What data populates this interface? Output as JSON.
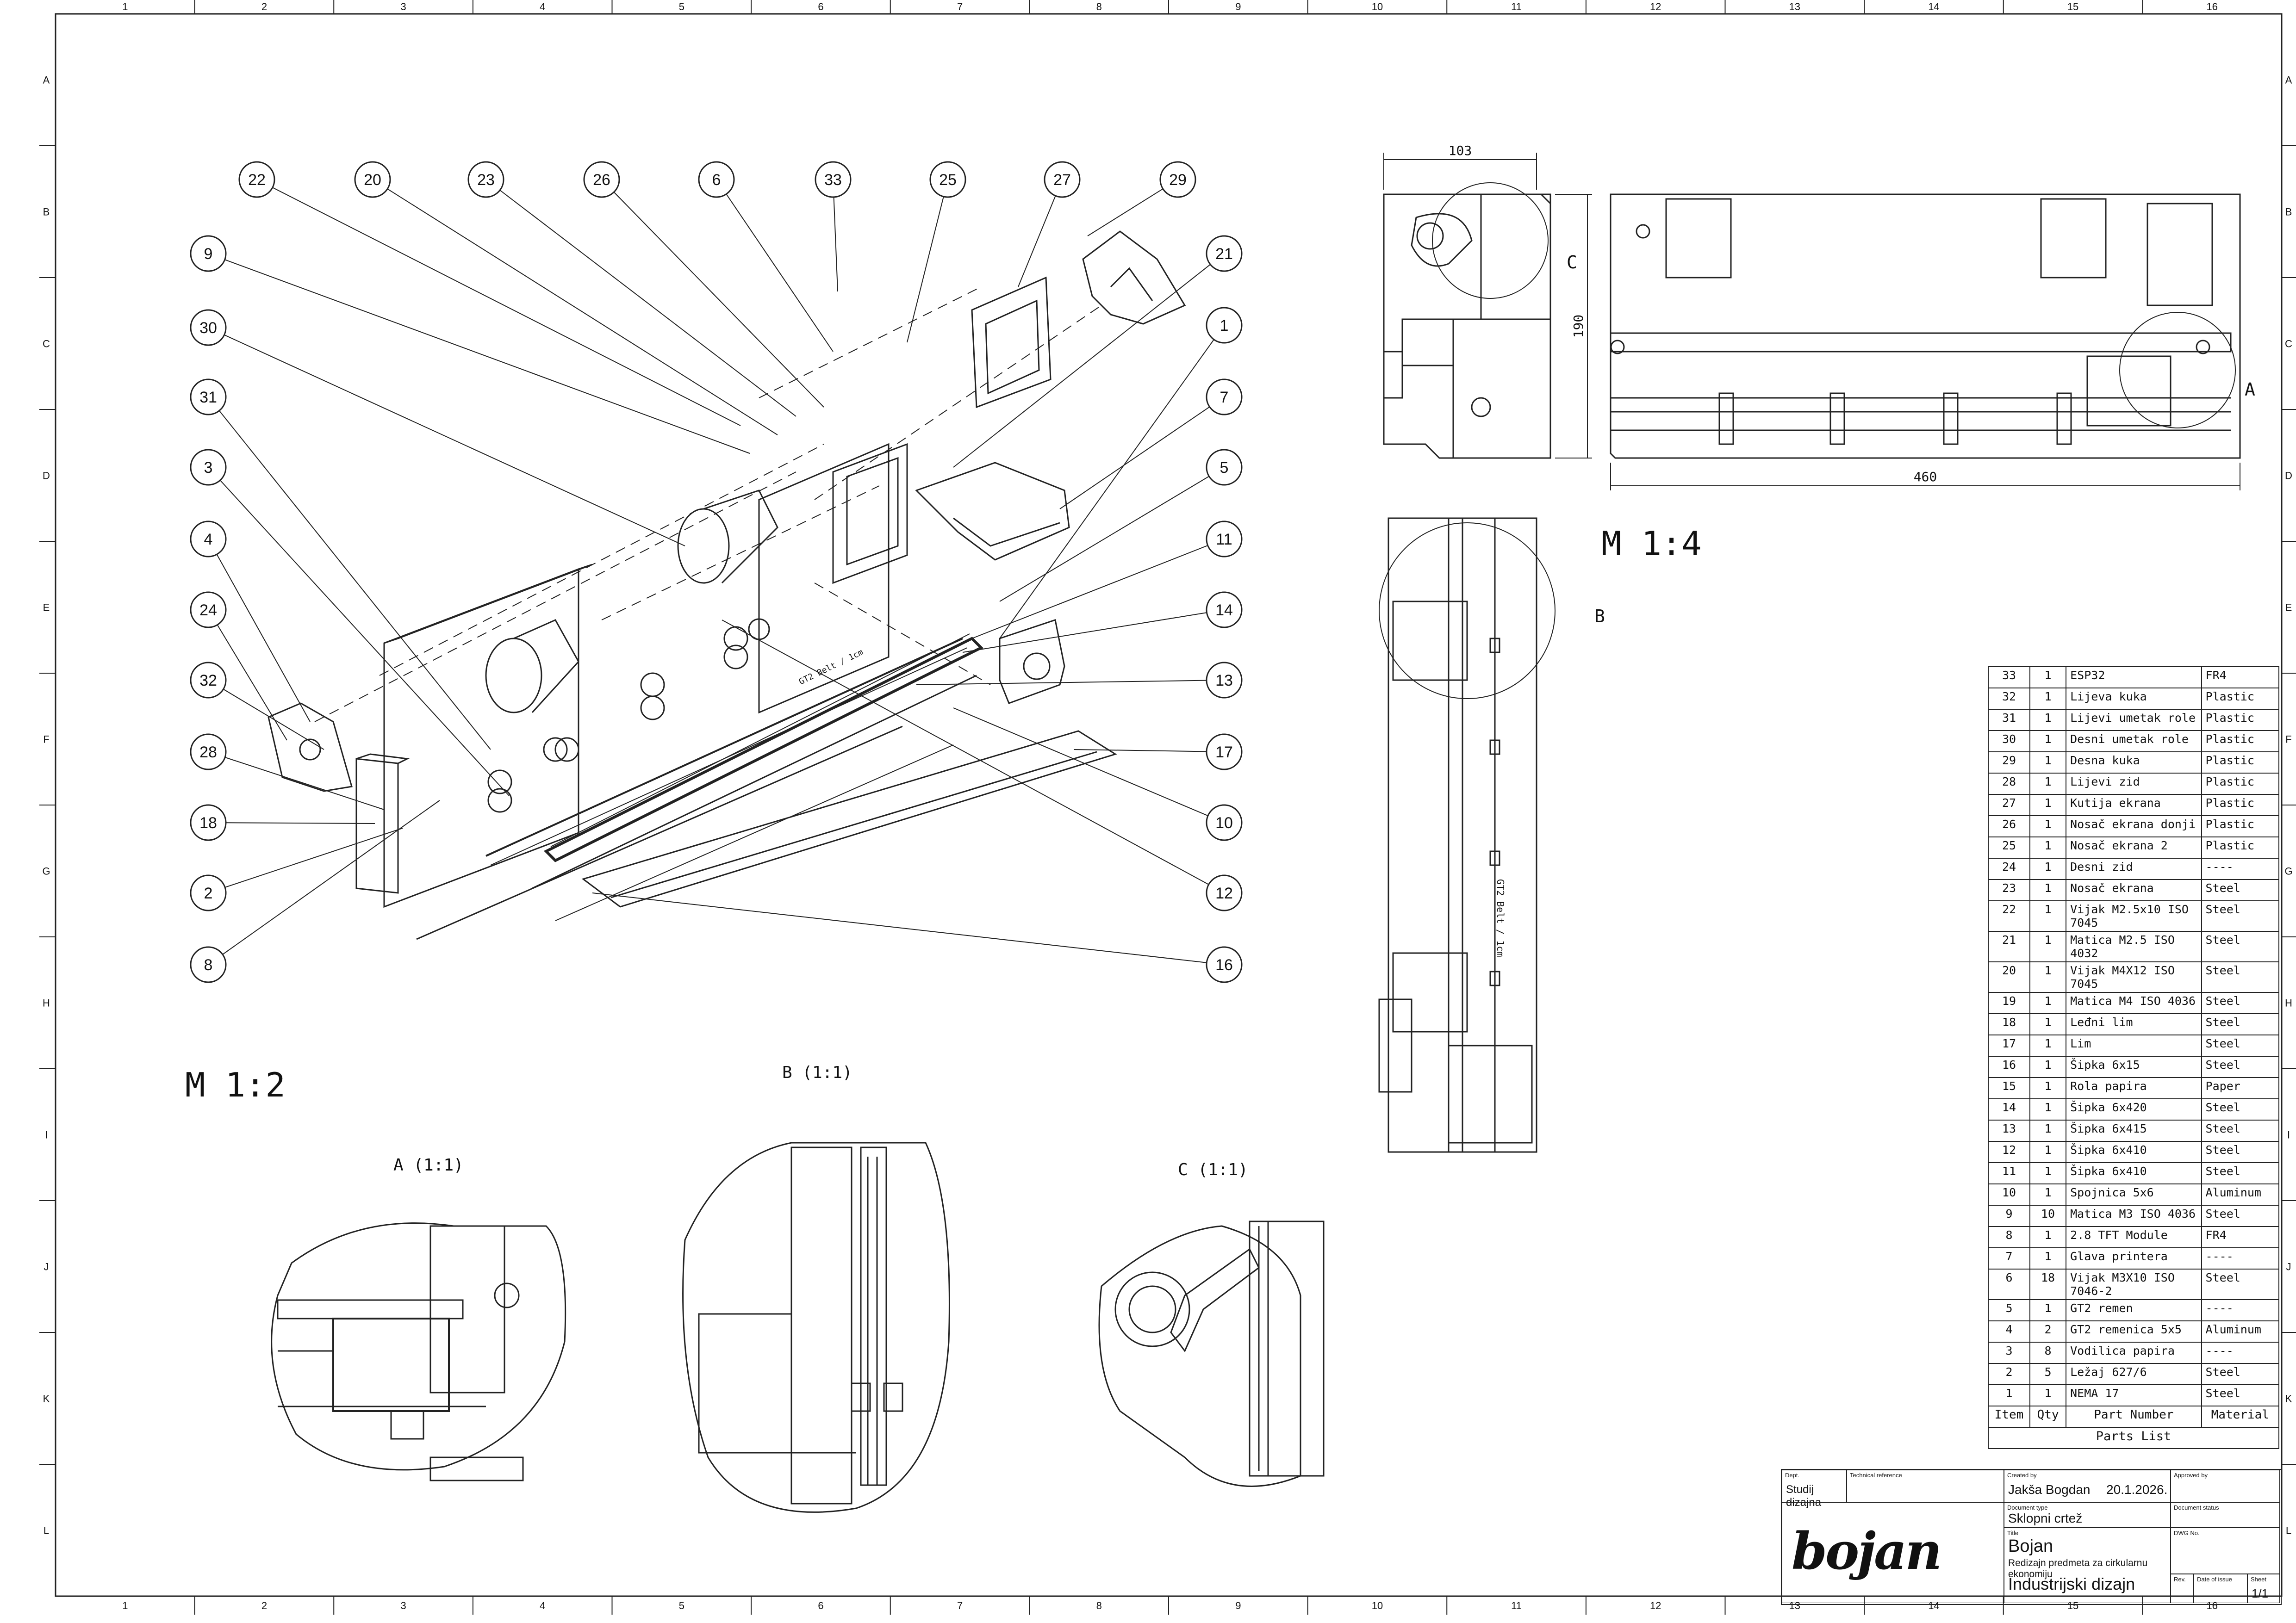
{
  "frame": {
    "columns": [
      "1",
      "2",
      "3",
      "4",
      "5",
      "6",
      "7",
      "8",
      "9",
      "10",
      "11",
      "12",
      "13",
      "14",
      "15",
      "16"
    ],
    "rows": [
      "A",
      "B",
      "C",
      "D",
      "E",
      "F",
      "G",
      "H",
      "I",
      "J",
      "K",
      "L"
    ]
  },
  "balloons_left": [
    "9",
    "30",
    "31",
    "3",
    "4",
    "24",
    "32",
    "28",
    "18",
    "2",
    "8"
  ],
  "balloons_top": [
    "22",
    "20",
    "23",
    "26",
    "6",
    "33",
    "25",
    "27",
    "29"
  ],
  "balloons_right": [
    "21",
    "1",
    "7",
    "5",
    "11",
    "14",
    "13",
    "17",
    "10",
    "12",
    "16"
  ],
  "scales": {
    "main": "M 1:2",
    "views": "M 1:4"
  },
  "detail_views": {
    "a": "A (1:1)",
    "b": "B (1:1)",
    "c": "C (1:1)"
  },
  "callouts": {
    "a": "A",
    "b": "B",
    "c": "C"
  },
  "dimensions": {
    "side_width": "103",
    "side_height": "190",
    "front_width": "460"
  },
  "belt_text": "GT2 Belt / 1cm",
  "parts_list": {
    "title": "Parts List",
    "headers": [
      "Item",
      "Qty",
      "Part Number",
      "Material"
    ],
    "rows": [
      [
        "33",
        "1",
        "ESP32",
        "FR4"
      ],
      [
        "32",
        "1",
        "Lijeva kuka",
        "Plastic"
      ],
      [
        "31",
        "1",
        "Lijevi umetak role",
        "Plastic"
      ],
      [
        "30",
        "1",
        "Desni umetak role",
        "Plastic"
      ],
      [
        "29",
        "1",
        "Desna kuka",
        "Plastic"
      ],
      [
        "28",
        "1",
        "Lijevi zid",
        "Plastic"
      ],
      [
        "27",
        "1",
        "Kutija ekrana",
        "Plastic"
      ],
      [
        "26",
        "1",
        "Nosač ekrana donji",
        "Plastic"
      ],
      [
        "25",
        "1",
        "Nosač ekrana 2",
        "Plastic"
      ],
      [
        "24",
        "1",
        "Desni zid",
        "----"
      ],
      [
        "23",
        "1",
        "Nosač ekrana",
        "Steel"
      ],
      [
        "22",
        "1",
        "Vijak M2.5x10  ISO 7045",
        "Steel"
      ],
      [
        "21",
        "1",
        "Matica M2.5 ISO 4032",
        "Steel"
      ],
      [
        "20",
        "1",
        "Vijak M4X12 ISO 7045",
        "Steel"
      ],
      [
        "19",
        "1",
        "Matica M4 ISO 4036",
        "Steel"
      ],
      [
        "18",
        "1",
        "Leđni lim",
        "Steel"
      ],
      [
        "17",
        "1",
        "Lim",
        "Steel"
      ],
      [
        "16",
        "1",
        "Šipka 6x15",
        "Steel"
      ],
      [
        "15",
        "1",
        "Rola papira",
        "Paper"
      ],
      [
        "14",
        "1",
        "Šipka 6x420",
        "Steel"
      ],
      [
        "13",
        "1",
        "Šipka 6x415",
        "Steel"
      ],
      [
        "12",
        "1",
        "Šipka  6x410",
        "Steel"
      ],
      [
        "11",
        "1",
        "Šipka 6x410",
        "Steel"
      ],
      [
        "10",
        "1",
        "Spojnica 5x6",
        "Aluminum"
      ],
      [
        "9",
        "10",
        "Matica M3 ISO 4036",
        "Steel"
      ],
      [
        "8",
        "1",
        "2.8 TFT Module",
        "FR4"
      ],
      [
        "7",
        "1",
        "Glava printera",
        "----"
      ],
      [
        "6",
        "18",
        "Vijak M3X10 ISO 7046-2",
        "Steel"
      ],
      [
        "5",
        "1",
        "GT2 remen",
        "----"
      ],
      [
        "4",
        "2",
        "GT2 remenica 5x5",
        "Aluminum"
      ],
      [
        "3",
        "8",
        "Vodilica papira",
        "----"
      ],
      [
        "2",
        "5",
        "Ležaj 627/6",
        "Steel"
      ],
      [
        "1",
        "1",
        "NEMA 17",
        "Steel"
      ]
    ]
  },
  "title_block": {
    "dept_label": "Dept.",
    "dept": "Studij dizajna",
    "tech_ref_label": "Technical reference",
    "created_by_label": "Created by",
    "created_by": "Jakša Bogdan",
    "date": "20.1.2026.",
    "approved_by_label": "Approved by",
    "doc_type_label": "Document type",
    "doc_type": "Sklopni crtež",
    "doc_status_label": "Document status",
    "title_label": "Title",
    "title": "Bojan",
    "subtitle": "Redizajn predmeta za cirkularnu ekonomiju",
    "course": "Industrijski dizajn",
    "dwg_label": "DWG No.",
    "rev_label": "Rev.",
    "date_issue_label": "Date of issue",
    "sheet_label": "Sheet",
    "sheet": "1/1",
    "logo_text": "bojan"
  }
}
